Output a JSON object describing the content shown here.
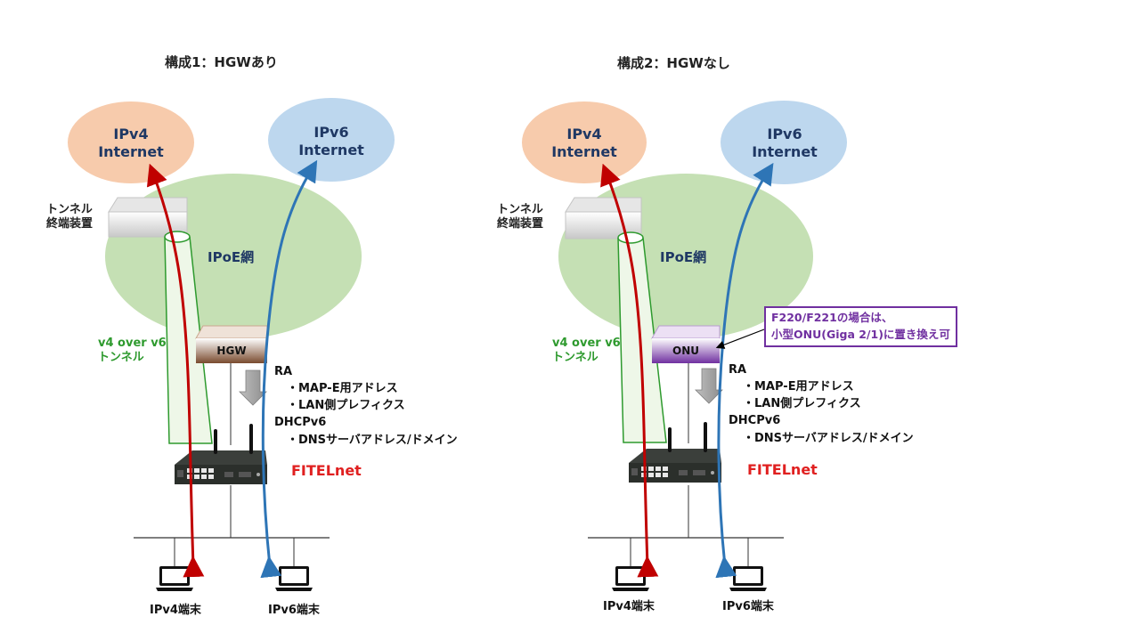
{
  "configs": [
    {
      "title": "構成1：HGWあり",
      "ipv4_cloud": [
        "IPv4",
        "Internet"
      ],
      "ipv6_cloud": [
        "IPv6",
        "Internet"
      ],
      "tunnel_device": [
        "トンネル",
        "終端装置"
      ],
      "ipoe_label": "IPoE網",
      "tunnel_label": [
        "v4 over v6",
        "トンネル"
      ],
      "gateway_label": "HGW",
      "ra_label": "RA",
      "ra_items": [
        "・MAP-E用アドレス",
        "・LAN側プレフィクス"
      ],
      "dhcp_label": "DHCPv6",
      "dhcp_items": [
        "・DNSサーバアドレス/ドメイン"
      ],
      "router_label": "FITELnet",
      "ipv4_terminal": "IPv4端末",
      "ipv6_terminal": "IPv6端末"
    },
    {
      "title": "構成2：HGWなし",
      "ipv4_cloud": [
        "IPv4",
        "Internet"
      ],
      "ipv6_cloud": [
        "IPv6",
        "Internet"
      ],
      "tunnel_device": [
        "トンネル",
        "終端装置"
      ],
      "ipoe_label": "IPoE網",
      "tunnel_label": [
        "v4 over v6",
        "トンネル"
      ],
      "gateway_label": "ONU",
      "ra_label": "RA",
      "ra_items": [
        "・MAP-E用アドレス",
        "・LAN側プレフィクス"
      ],
      "dhcp_label": "DHCPv6",
      "dhcp_items": [
        "・DNSサーバアドレス/ドメイン"
      ],
      "router_label": "FITELnet",
      "ipv4_terminal": "IPv4端末",
      "ipv6_terminal": "IPv6端末",
      "callout": [
        "F220/F221の場合は、",
        "小型ONU(Giga 2/1)に置き換え可"
      ]
    }
  ],
  "colors": {
    "ipv4_cloud": "#f7cbac",
    "ipv6_cloud": "#bdd7ee",
    "ipoe_cloud": "#c5e0b4",
    "ipv4_path": "#c00000",
    "ipv6_path": "#2e75b6",
    "tunnel": "#2e9a2e",
    "hgw": "#8b5a3c",
    "onu": "#7030a0",
    "router_text": "#e02020"
  },
  "icons": [
    "laptop-icon",
    "router-icon",
    "server-icon",
    "down-arrow-icon"
  ]
}
